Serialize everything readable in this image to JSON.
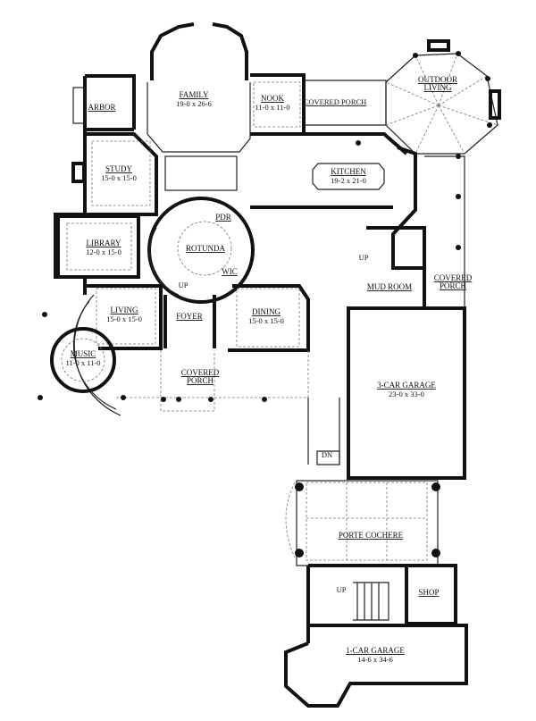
{
  "rooms": {
    "arbor": {
      "name": "ARBOR"
    },
    "family": {
      "name": "FAMILY",
      "size": "19-0 x 26-6"
    },
    "nook": {
      "name": "NOOK",
      "size": "11-0 x 11-0"
    },
    "covered_porch_north": {
      "name": "COVERED PORCH"
    },
    "outdoor_living": {
      "name1": "OUTDOOR",
      "name2": "LIVING"
    },
    "study": {
      "name": "STUDY",
      "size": "15-0 x 15-0"
    },
    "kitchen": {
      "name": "KITCHEN",
      "size": "19-2 x 21-0"
    },
    "library": {
      "name": "LIBRARY",
      "size": "12-0 x 15-0"
    },
    "rotunda": {
      "name": "ROTUNDA"
    },
    "pdr": {
      "name": "PDR"
    },
    "wic": {
      "name": "WIC"
    },
    "mud_room": {
      "name": "MUD ROOM"
    },
    "covered_porch_east": {
      "name1": "COVERED",
      "name2": "PORCH"
    },
    "living": {
      "name": "LIVING",
      "size": "15-0 x 15-0"
    },
    "foyer": {
      "name": "FOYER"
    },
    "dining": {
      "name": "DINING",
      "size": "15-0 x 15-0"
    },
    "music": {
      "name": "MUSIC",
      "size": "11-0 x 11-0"
    },
    "covered_porch_front": {
      "name1": "COVERED",
      "name2": "PORCH"
    },
    "garage_3car": {
      "name": "3-CAR GARAGE",
      "size": "23-0 x 33-0"
    },
    "porte_cochere": {
      "name": "PORTE COCHERE"
    },
    "shop": {
      "name": "SHOP"
    },
    "garage_1car": {
      "name": "1-CAR GARAGE",
      "size": "14-6 x 34-6"
    }
  },
  "stairs": {
    "up_rotunda": "UP",
    "up_kitchen": "UP",
    "dn_breezeway": "DN",
    "up_garage": "UP"
  }
}
